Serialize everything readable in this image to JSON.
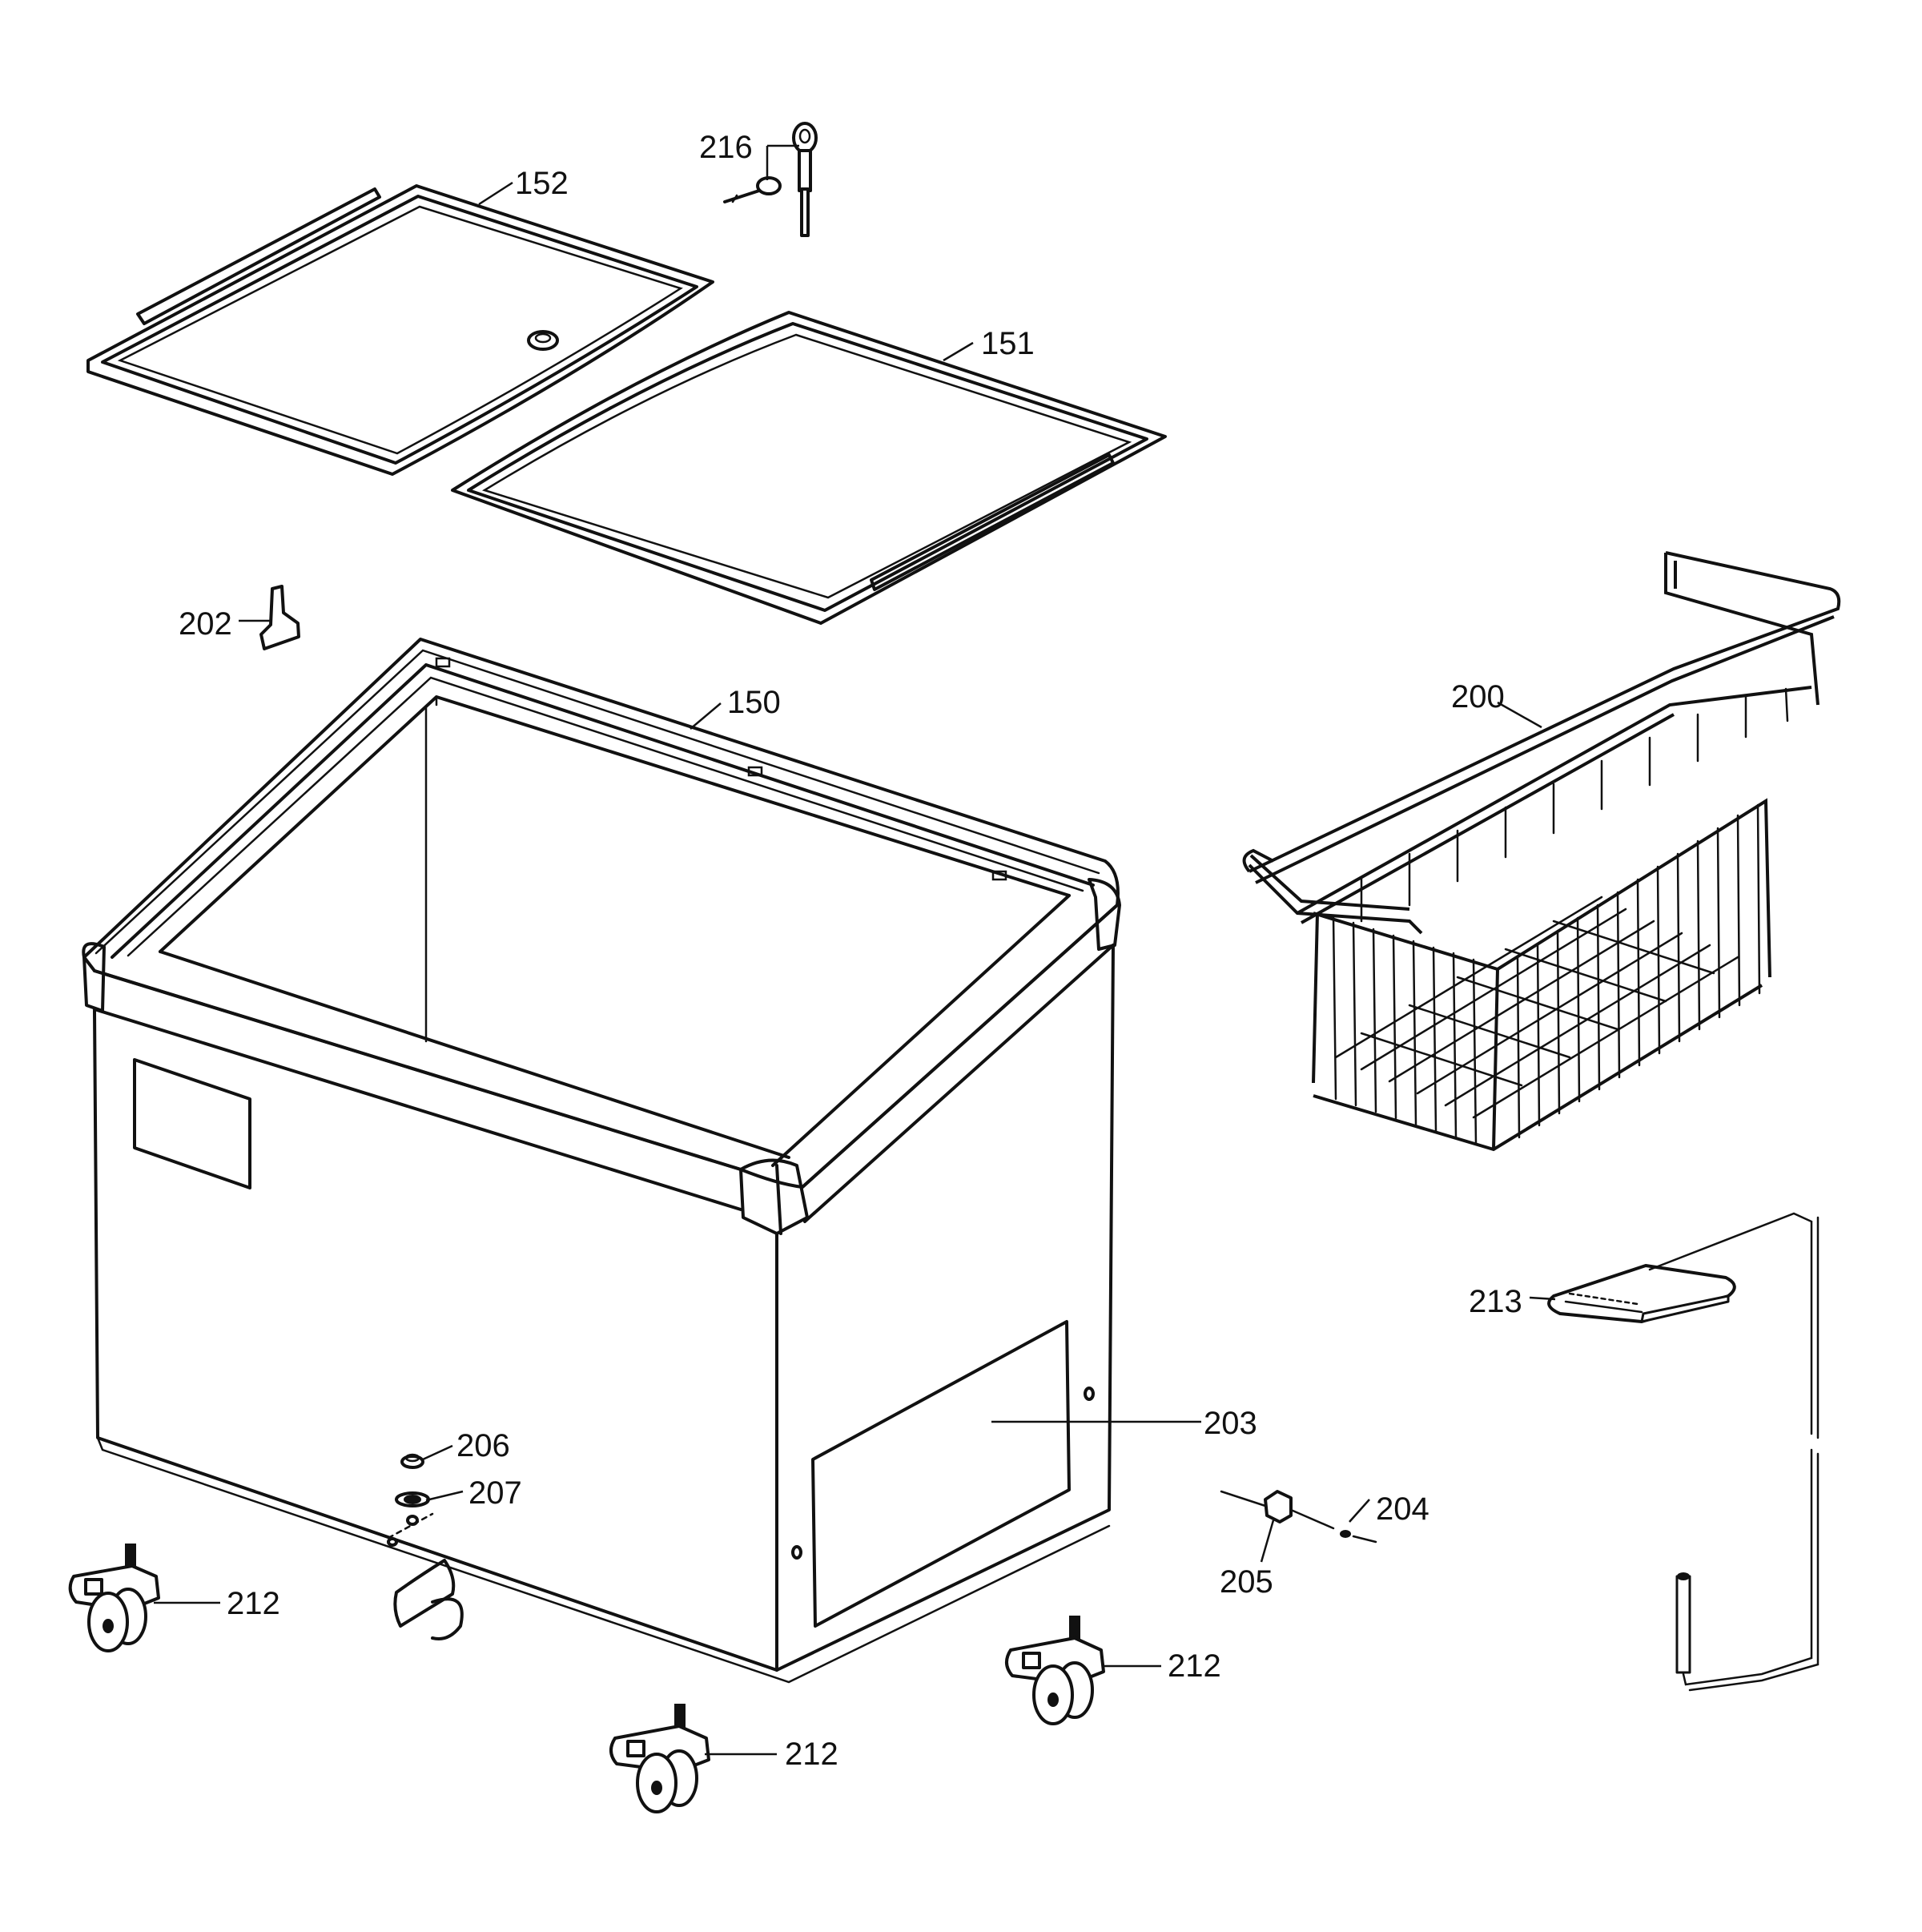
{
  "callouts": {
    "lid_rear": "152",
    "lock_key": "216",
    "lid_front": "151",
    "lid_bracket": "202",
    "cabinet": "150",
    "basket": "200",
    "thermostat": "213",
    "cover_panel": "203",
    "drain_cap": "206",
    "washer": "207",
    "thermostat_clip": "204",
    "lamp_holder": "205",
    "caster_left": "212",
    "caster_right": "212",
    "caster_center": "212"
  }
}
